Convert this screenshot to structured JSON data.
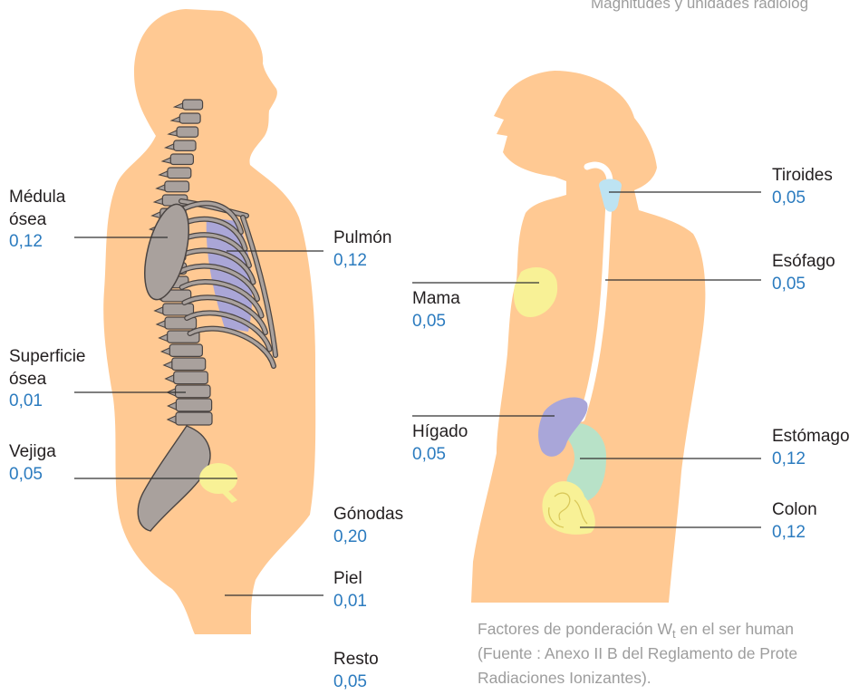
{
  "header": {
    "title": "Magnitudes y unidades radiológ"
  },
  "male_figure": {
    "medula": {
      "line1": "Médula",
      "line2": "ósea",
      "value": "0,12"
    },
    "pulmon": {
      "line1": "Pulmón",
      "value": "0,12"
    },
    "superficie": {
      "line1": "Superficie",
      "line2": "ósea",
      "value": "0,01"
    },
    "vejiga": {
      "line1": "Vejiga",
      "value": "0,05"
    },
    "gonodas": {
      "line1": "Gónodas",
      "value": "0,20"
    },
    "piel": {
      "line1": "Piel",
      "value": "0,01"
    },
    "resto": {
      "line1": "Resto",
      "value": "0,05"
    }
  },
  "female_figure": {
    "tiroides": {
      "line1": "Tiroides",
      "value": "0,05"
    },
    "esofago": {
      "line1": "Esófago",
      "value": "0,05"
    },
    "mama": {
      "line1": "Mama",
      "value": "0,05"
    },
    "higado": {
      "line1": "Hígado",
      "value": "0,05"
    },
    "estomago": {
      "line1": "Estómago",
      "value": "0,12"
    },
    "colon": {
      "line1": "Colon",
      "value": "0,12"
    }
  },
  "caption": {
    "line1_before_sub": "Factores de ponderación W",
    "line1_sub": "t",
    "line1_after_sub": " en el ser human",
    "line2": "(Fuente : Anexo II B del Reglamento de Prote",
    "line3": "Radiaciones Ionizantes)."
  },
  "colors": {
    "skin": "#ffc993",
    "value_blue": "#2b7bbf",
    "caption_grey": "#9d9d9d",
    "bone": "#a9a19d",
    "bone_outline": "#4a4442",
    "lung": "#aaa6d7",
    "liver": "#a9a6d9",
    "bladder": "#f8f196",
    "breast": "#f8f196",
    "colon": "#f8f196",
    "thyroid": "#bde3f2",
    "stomach": "#b8e2c8",
    "esophagus": "#ffffff",
    "leader_line": "#333333"
  }
}
